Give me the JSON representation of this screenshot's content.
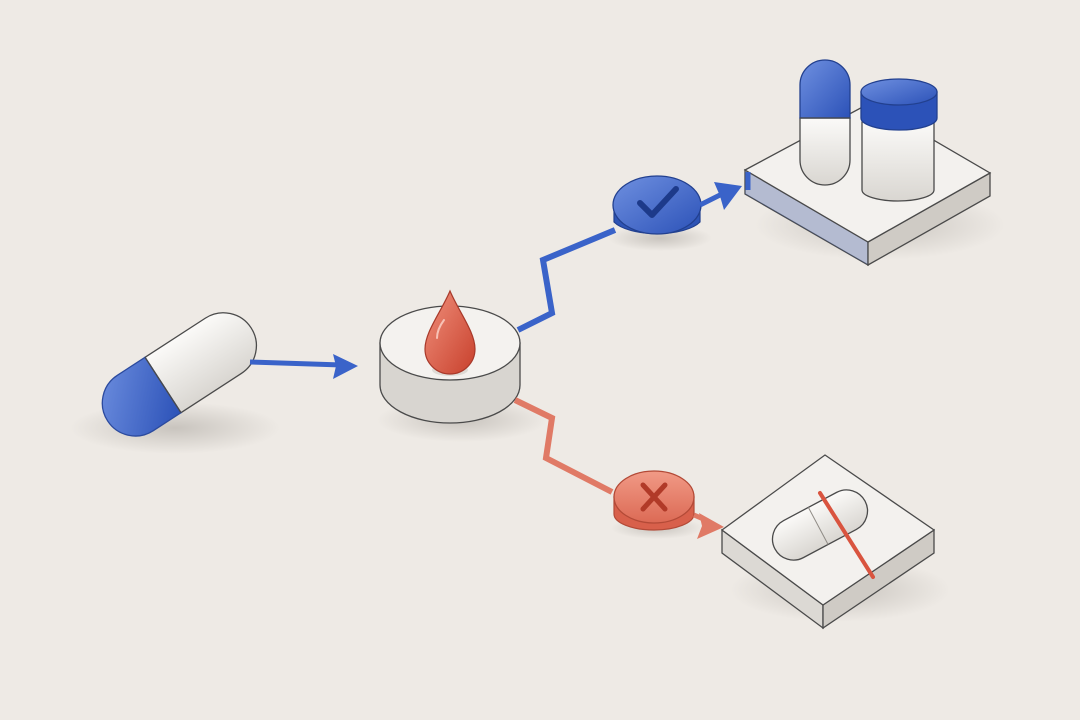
{
  "colors": {
    "background": "#eeeae5",
    "approved_blue": "#3a63c9",
    "rejected_red": "#e07a66",
    "drop_red": "#d9543f",
    "outline": "#4a4a4a",
    "white_part": "#f1efec"
  },
  "diagram": {
    "nodes": [
      {
        "id": "input-capsule",
        "icon": "capsule-icon"
      },
      {
        "id": "blood-test",
        "icon": "blood-drop-icon"
      },
      {
        "id": "approved-check",
        "icon": "checkmark-icon"
      },
      {
        "id": "approved-products",
        "icon": "medicine-bottle-icon"
      },
      {
        "id": "rejected-cross",
        "icon": "cross-icon"
      },
      {
        "id": "rejected-product",
        "icon": "crossed-out-capsule-icon"
      }
    ],
    "edges": [
      {
        "from": "input-capsule",
        "to": "blood-test",
        "color": "blue"
      },
      {
        "from": "blood-test",
        "to": "approved-check",
        "color": "blue"
      },
      {
        "from": "approved-check",
        "to": "approved-products",
        "color": "blue"
      },
      {
        "from": "blood-test",
        "to": "rejected-cross",
        "color": "red"
      },
      {
        "from": "rejected-cross",
        "to": "rejected-product",
        "color": "red"
      }
    ]
  }
}
